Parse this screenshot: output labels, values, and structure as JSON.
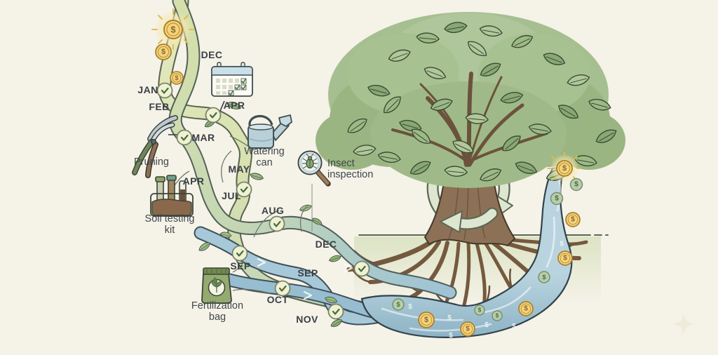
{
  "scene": {
    "description": "Year-round tree care journey illustration with braided month paths feeding a tree and a river of coins",
    "background_color": "#f5f2e8",
    "coin_symbol": "$"
  },
  "timeline": {
    "months": [
      {
        "id": "dec-top",
        "label": "DEC"
      },
      {
        "id": "jan",
        "label": "JAN"
      },
      {
        "id": "feb",
        "label": "FEB"
      },
      {
        "id": "mar",
        "label": "MAR"
      },
      {
        "id": "apr-calendar",
        "label": "APR"
      },
      {
        "id": "apr-soil",
        "label": "APR"
      },
      {
        "id": "may",
        "label": "MAY"
      },
      {
        "id": "jul",
        "label": "JUL"
      },
      {
        "id": "aug",
        "label": "AUG"
      },
      {
        "id": "sep-left",
        "label": "SEP"
      },
      {
        "id": "dec-mid",
        "label": "DEC"
      },
      {
        "id": "sep-mid",
        "label": "SEP"
      },
      {
        "id": "oct",
        "label": "OCT"
      },
      {
        "id": "nov",
        "label": "NOV"
      }
    ]
  },
  "tools": {
    "pruning": {
      "label": "Pruning",
      "icon": "pruning-shears-icon"
    },
    "soil_kit": {
      "line1": "Soil testing",
      "line2": "kit",
      "icon": "soil-test-tubes-icon"
    },
    "watering_can": {
      "line1": "Watering",
      "line2": "can",
      "icon": "watering-can-icon"
    },
    "insect_inspection": {
      "line1": "Insect",
      "line2": "inspection",
      "icon": "magnifier-bug-icon"
    },
    "fertilization_bag": {
      "line1": "Fertilization",
      "line2": "bag",
      "icon": "fertilizer-bag-icon"
    }
  },
  "colors": {
    "path_green": "#dce3b4",
    "path_blue": "#a4c6d6",
    "river_blue": "#9fc2d2",
    "ground_green": "#dbe3c2",
    "coin_gold": "#f2cc74",
    "coin_green": "#b7cda9",
    "foliage_green": "#a3bd8d",
    "trunk_brown": "#8d7156",
    "check_green": "#4b6b3f"
  }
}
